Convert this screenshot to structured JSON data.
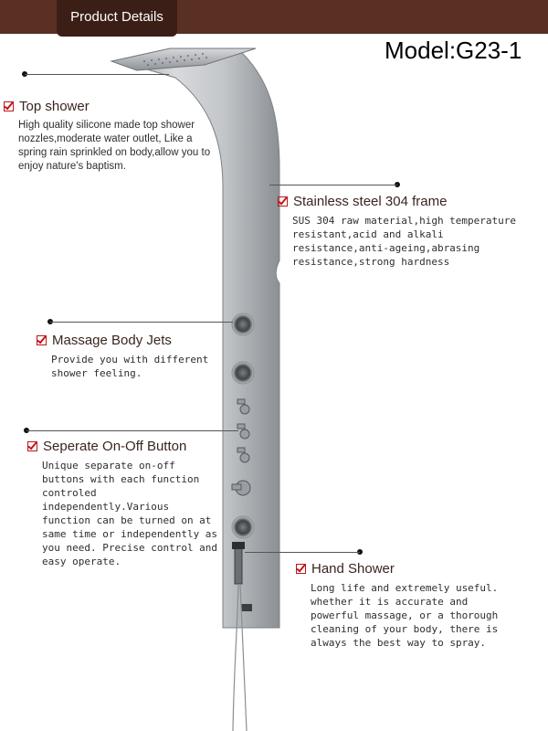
{
  "header": {
    "tab_label": "Product Details",
    "model_label": "Model:G23-1"
  },
  "features": [
    {
      "title": "Top shower",
      "description": "High quality silicone made top shower nozzles,moderate water outlet, Like a spring rain sprinkled on body,allow you to enjoy nature's baptism."
    },
    {
      "title": "Stainless steel 304 frame",
      "description": "SUS 304 raw material,high temperature resistant,acid and alkali resistance,anti-ageing,abrasing resistance,strong hardness"
    },
    {
      "title": "Massage Body Jets",
      "description": "Provide you with different shower feeling."
    },
    {
      "title": "Seperate On-Off Button",
      "description": "Unique separate on-off buttons with each function controled independently.Various function can be turned on at same time or independently as you need. Precise control and easy operate."
    },
    {
      "title": "Hand Shower",
      "description": "Long life and extremely useful. whether it is accurate and powerful massage, or a thorough cleaning of your body, there is always the best way to spray."
    }
  ],
  "colors": {
    "header_bar": "#5a3023",
    "header_tab": "#3b1f17",
    "checkbox_accent": "#c0161c"
  }
}
